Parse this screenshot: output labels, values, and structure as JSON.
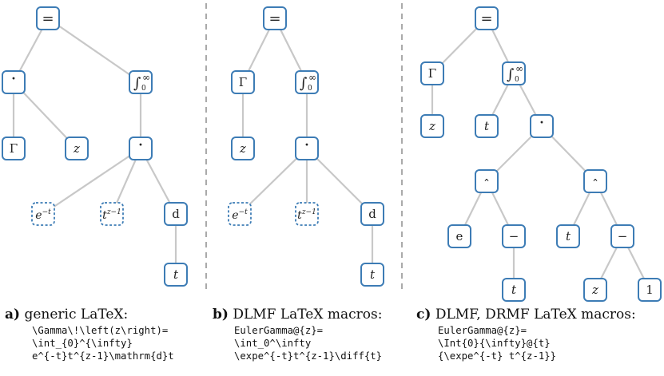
{
  "panels": [
    {
      "letter": "a)",
      "title": "generic LaTeX:",
      "code": [
        "\\Gamma\\!\\left(z\\right)=",
        "\\int_{0}^{\\infty}",
        "e^{-t}t^{z-1}\\mathrm{d}t"
      ],
      "tree": {
        "nodes": [
          {
            "id": "eq",
            "label": "=",
            "style": "solid"
          },
          {
            "id": "dot1",
            "label": "·",
            "style": "solid"
          },
          {
            "id": "int",
            "label": "∫₀^∞",
            "style": "solid",
            "kind": "integral"
          },
          {
            "id": "gamma",
            "label": "Γ",
            "style": "solid"
          },
          {
            "id": "z",
            "label": "z",
            "style": "solid",
            "italic": true
          },
          {
            "id": "dot2",
            "label": "·",
            "style": "solid"
          },
          {
            "id": "emt",
            "label": "e^{-t}",
            "style": "dashed",
            "kind": "power",
            "base": "e",
            "exp": "−t"
          },
          {
            "id": "tz1",
            "label": "t^{z-1}",
            "style": "dashed",
            "kind": "power",
            "base": "t",
            "exp": "z−1"
          },
          {
            "id": "d",
            "label": "d",
            "style": "solid"
          },
          {
            "id": "t",
            "label": "t",
            "style": "solid",
            "italic": true
          }
        ],
        "edges": [
          [
            "eq",
            "dot1"
          ],
          [
            "eq",
            "int"
          ],
          [
            "dot1",
            "gamma"
          ],
          [
            "dot1",
            "z"
          ],
          [
            "int",
            "dot2"
          ],
          [
            "dot2",
            "emt"
          ],
          [
            "dot2",
            "tz1"
          ],
          [
            "dot2",
            "d"
          ],
          [
            "d",
            "t"
          ]
        ]
      }
    },
    {
      "letter": "b)",
      "title": "DLMF LaTeX macros:",
      "code": [
        "EulerGamma@{z}=",
        "\\int_0^\\infty",
        "\\expe^{-t}t^{z-1}\\diff{t}"
      ],
      "tree": {
        "nodes": [
          {
            "id": "eq",
            "label": "=",
            "style": "solid"
          },
          {
            "id": "gamma",
            "label": "Γ",
            "style": "solid"
          },
          {
            "id": "int",
            "label": "∫₀^∞",
            "style": "solid",
            "kind": "integral"
          },
          {
            "id": "z",
            "label": "z",
            "style": "solid",
            "italic": true
          },
          {
            "id": "dot",
            "label": "·",
            "style": "solid"
          },
          {
            "id": "emt",
            "label": "e^{-t}",
            "style": "dashed",
            "kind": "power",
            "base": "e",
            "exp": "−t"
          },
          {
            "id": "tz1",
            "label": "t^{z-1}",
            "style": "dashed",
            "kind": "power",
            "base": "t",
            "exp": "z−1"
          },
          {
            "id": "d",
            "label": "d",
            "style": "solid"
          },
          {
            "id": "t",
            "label": "t",
            "style": "solid",
            "italic": true
          }
        ],
        "edges": [
          [
            "eq",
            "gamma"
          ],
          [
            "eq",
            "int"
          ],
          [
            "gamma",
            "z"
          ],
          [
            "int",
            "dot"
          ],
          [
            "dot",
            "emt"
          ],
          [
            "dot",
            "tz1"
          ],
          [
            "dot",
            "d"
          ],
          [
            "d",
            "t"
          ]
        ]
      }
    },
    {
      "letter": "c)",
      "title": "DLMF, DRMF LaTeX macros:",
      "code": [
        "EulerGamma@{z}=",
        "\\Int{0}{\\infty}@{t}",
        "{\\expe^{-t} t^{z-1}}"
      ],
      "tree": {
        "nodes": [
          {
            "id": "eq",
            "label": "=",
            "style": "solid"
          },
          {
            "id": "gamma",
            "label": "Γ",
            "style": "solid"
          },
          {
            "id": "int",
            "label": "∫₀^∞",
            "style": "solid",
            "kind": "integral"
          },
          {
            "id": "z",
            "label": "z",
            "style": "solid",
            "italic": true
          },
          {
            "id": "t1",
            "label": "t",
            "style": "solid",
            "italic": true
          },
          {
            "id": "dot",
            "label": "·",
            "style": "solid"
          },
          {
            "id": "hat1",
            "label": "ˆ",
            "style": "solid"
          },
          {
            "id": "hat2",
            "label": "ˆ",
            "style": "solid"
          },
          {
            "id": "e",
            "label": "e",
            "style": "solid"
          },
          {
            "id": "minus1",
            "label": "−",
            "style": "solid"
          },
          {
            "id": "t2",
            "label": "t",
            "style": "solid",
            "italic": true
          },
          {
            "id": "minus2",
            "label": "−",
            "style": "solid"
          },
          {
            "id": "t3",
            "label": "t",
            "style": "solid",
            "italic": true
          },
          {
            "id": "z2",
            "label": "z",
            "style": "solid",
            "italic": true
          },
          {
            "id": "one",
            "label": "1",
            "style": "solid"
          }
        ],
        "edges": [
          [
            "eq",
            "gamma"
          ],
          [
            "eq",
            "int"
          ],
          [
            "gamma",
            "z"
          ],
          [
            "int",
            "t1"
          ],
          [
            "int",
            "dot"
          ],
          [
            "dot",
            "hat1"
          ],
          [
            "dot",
            "hat2"
          ],
          [
            "hat1",
            "e"
          ],
          [
            "hat1",
            "minus1"
          ],
          [
            "minus1",
            "t3"
          ],
          [
            "hat2",
            "t2"
          ],
          [
            "hat2",
            "minus2"
          ],
          [
            "minus2",
            "z2"
          ],
          [
            "minus2",
            "one"
          ]
        ]
      }
    }
  ],
  "colors": {
    "node_border": "#3d7cb5",
    "edge": "#c8c8c8",
    "divider": "#aaaaaa",
    "text": "#222222"
  }
}
